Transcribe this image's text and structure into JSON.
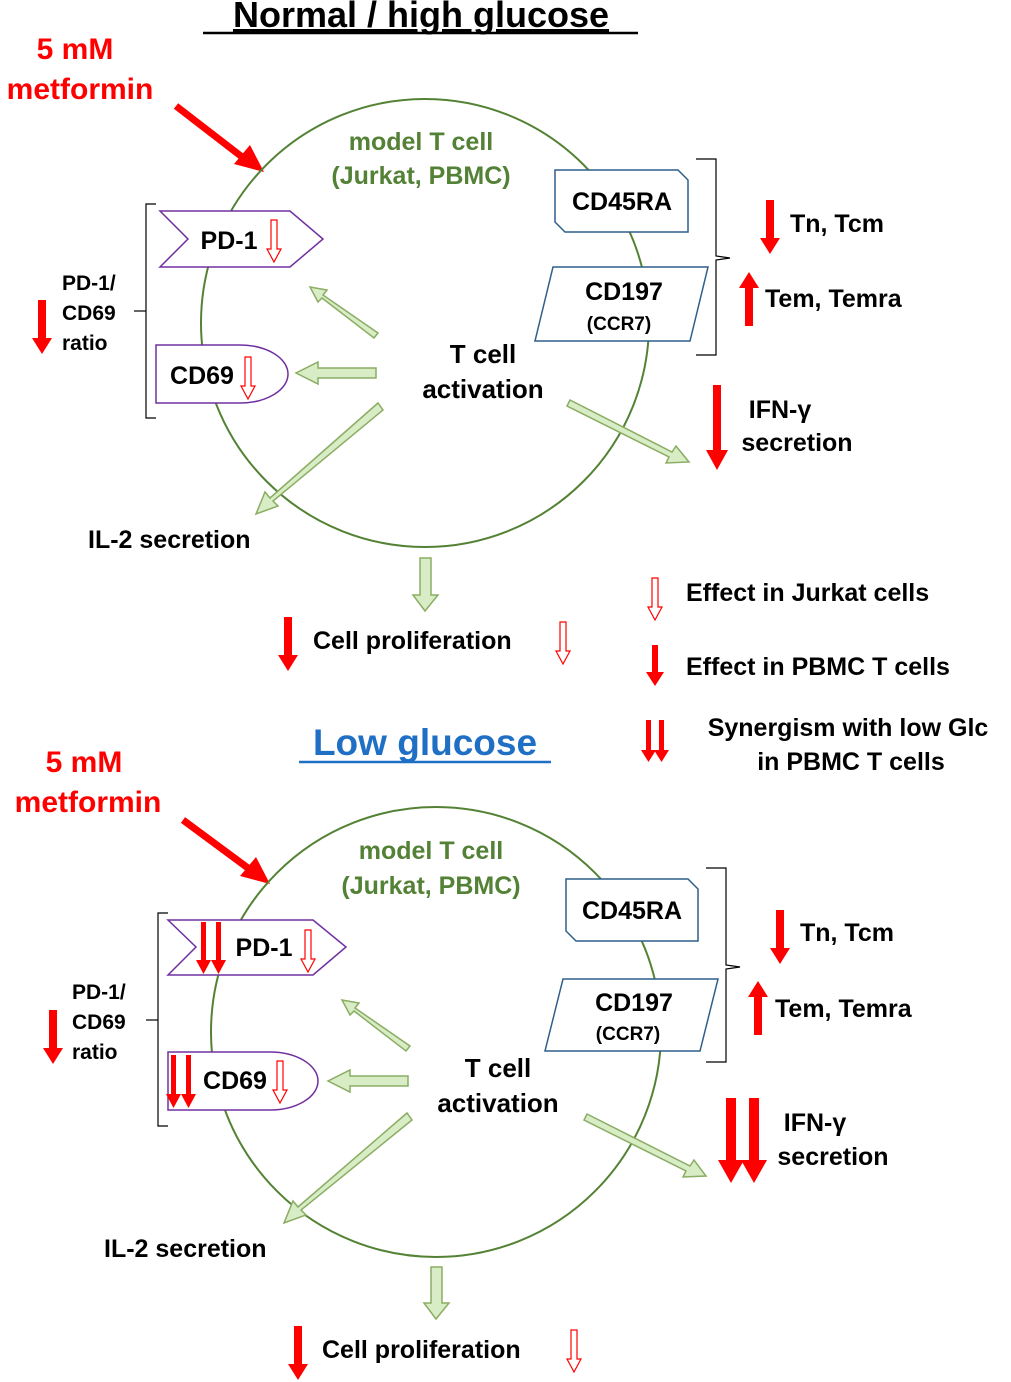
{
  "colors": {
    "red": "#ff0000",
    "green_text": "#538135",
    "green_circle": "#548235",
    "green_arrow_fill": "#d8ecc6",
    "green_arrow_stroke": "#8aad63",
    "purple": "#7030a0",
    "blue_outline": "#2e5f8a",
    "blue_title": "#1f6fc5",
    "black": "#000000"
  },
  "top_panel": {
    "title": "Normal / high glucose",
    "drug_line1": "5 mM",
    "drug_line2": "metformin",
    "cell_line1": "model T cell",
    "cell_line2": "(Jurkat, PBMC)",
    "pd1": "PD-1",
    "cd69": "CD69",
    "ratio_line1": "PD-1/",
    "ratio_line2": "CD69",
    "ratio_line3": "ratio",
    "activation_line1": "T cell",
    "activation_line2": "activation",
    "cd45ra": "CD45RA",
    "cd197": "CD197",
    "ccr7": "(CCR7)",
    "tn_tcm": "Tn, Tcm",
    "tem_temra": "Tem, Temra",
    "ifn_line1": "IFN-γ",
    "ifn_line2": "secretion",
    "il2": "IL-2 secretion",
    "proliferation": "Cell proliferation"
  },
  "legend": {
    "jurkat": "Effect in Jurkat cells",
    "pbmc": "Effect in PBMC T cells",
    "synergy_line1": "Synergism with low Glc",
    "synergy_line2": "in PBMC T cells"
  },
  "bottom_panel": {
    "title": "Low glucose",
    "drug_line1": "5 mM",
    "drug_line2": "metformin",
    "cell_line1": "model T cell",
    "cell_line2": "(Jurkat, PBMC)",
    "pd1": "PD-1",
    "cd69": "CD69",
    "ratio_line1": "PD-1/",
    "ratio_line2": "CD69",
    "ratio_line3": "ratio",
    "activation_line1": "T cell",
    "activation_line2": "activation",
    "cd45ra": "CD45RA",
    "cd197": "CD197",
    "ccr7": "(CCR7)",
    "tn_tcm": "Tn, Tcm",
    "tem_temra": "Tem, Temra",
    "ifn_line1": "IFN-γ",
    "ifn_line2": "secretion",
    "il2": "IL-2 secretion",
    "proliferation": "Cell proliferation"
  }
}
